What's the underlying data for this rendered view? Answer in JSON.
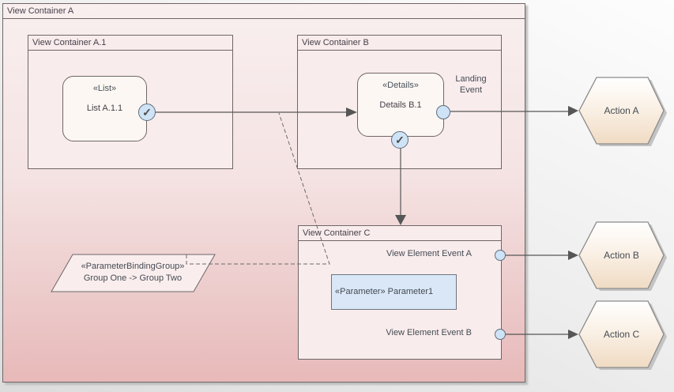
{
  "containers": {
    "a": {
      "title": "View Container A"
    },
    "a1": {
      "title": "View Container A.1"
    },
    "b": {
      "title": "View Container B"
    },
    "c": {
      "title": "View Container C"
    }
  },
  "views": {
    "list": {
      "stereotype": "«List»",
      "name": "List A.1.1"
    },
    "details": {
      "stereotype": "«Details»",
      "name": "Details B.1"
    }
  },
  "events": {
    "landing": {
      "label": "Landing Event"
    },
    "view_a": {
      "label": "View Element Event A"
    },
    "view_b": {
      "label": "View Element Event B"
    }
  },
  "parameter": {
    "label": "«Parameter» Parameter1"
  },
  "binding_group": {
    "stereotype": "«ParameterBindingGroup»",
    "mapping": "Group One -> Group Two"
  },
  "actions": [
    {
      "label": "Action A"
    },
    {
      "label": "Action B"
    },
    {
      "label": "Action C"
    }
  ],
  "icons": {
    "check": "✓"
  },
  "colors": {
    "container_fill_top": "#f9efef",
    "container_fill_bottom": "#e8b9b9",
    "inner_container_fill": "#f9ecec",
    "state_fill": "#fcf7f2",
    "parameter_fill": "#d9e7f7",
    "port_fill": "#cfe3f6",
    "hexagon_fill_top": "#ffffff",
    "hexagon_fill_bottom": "#f0dbc3",
    "border": "#6f6666",
    "line": "#565656"
  }
}
